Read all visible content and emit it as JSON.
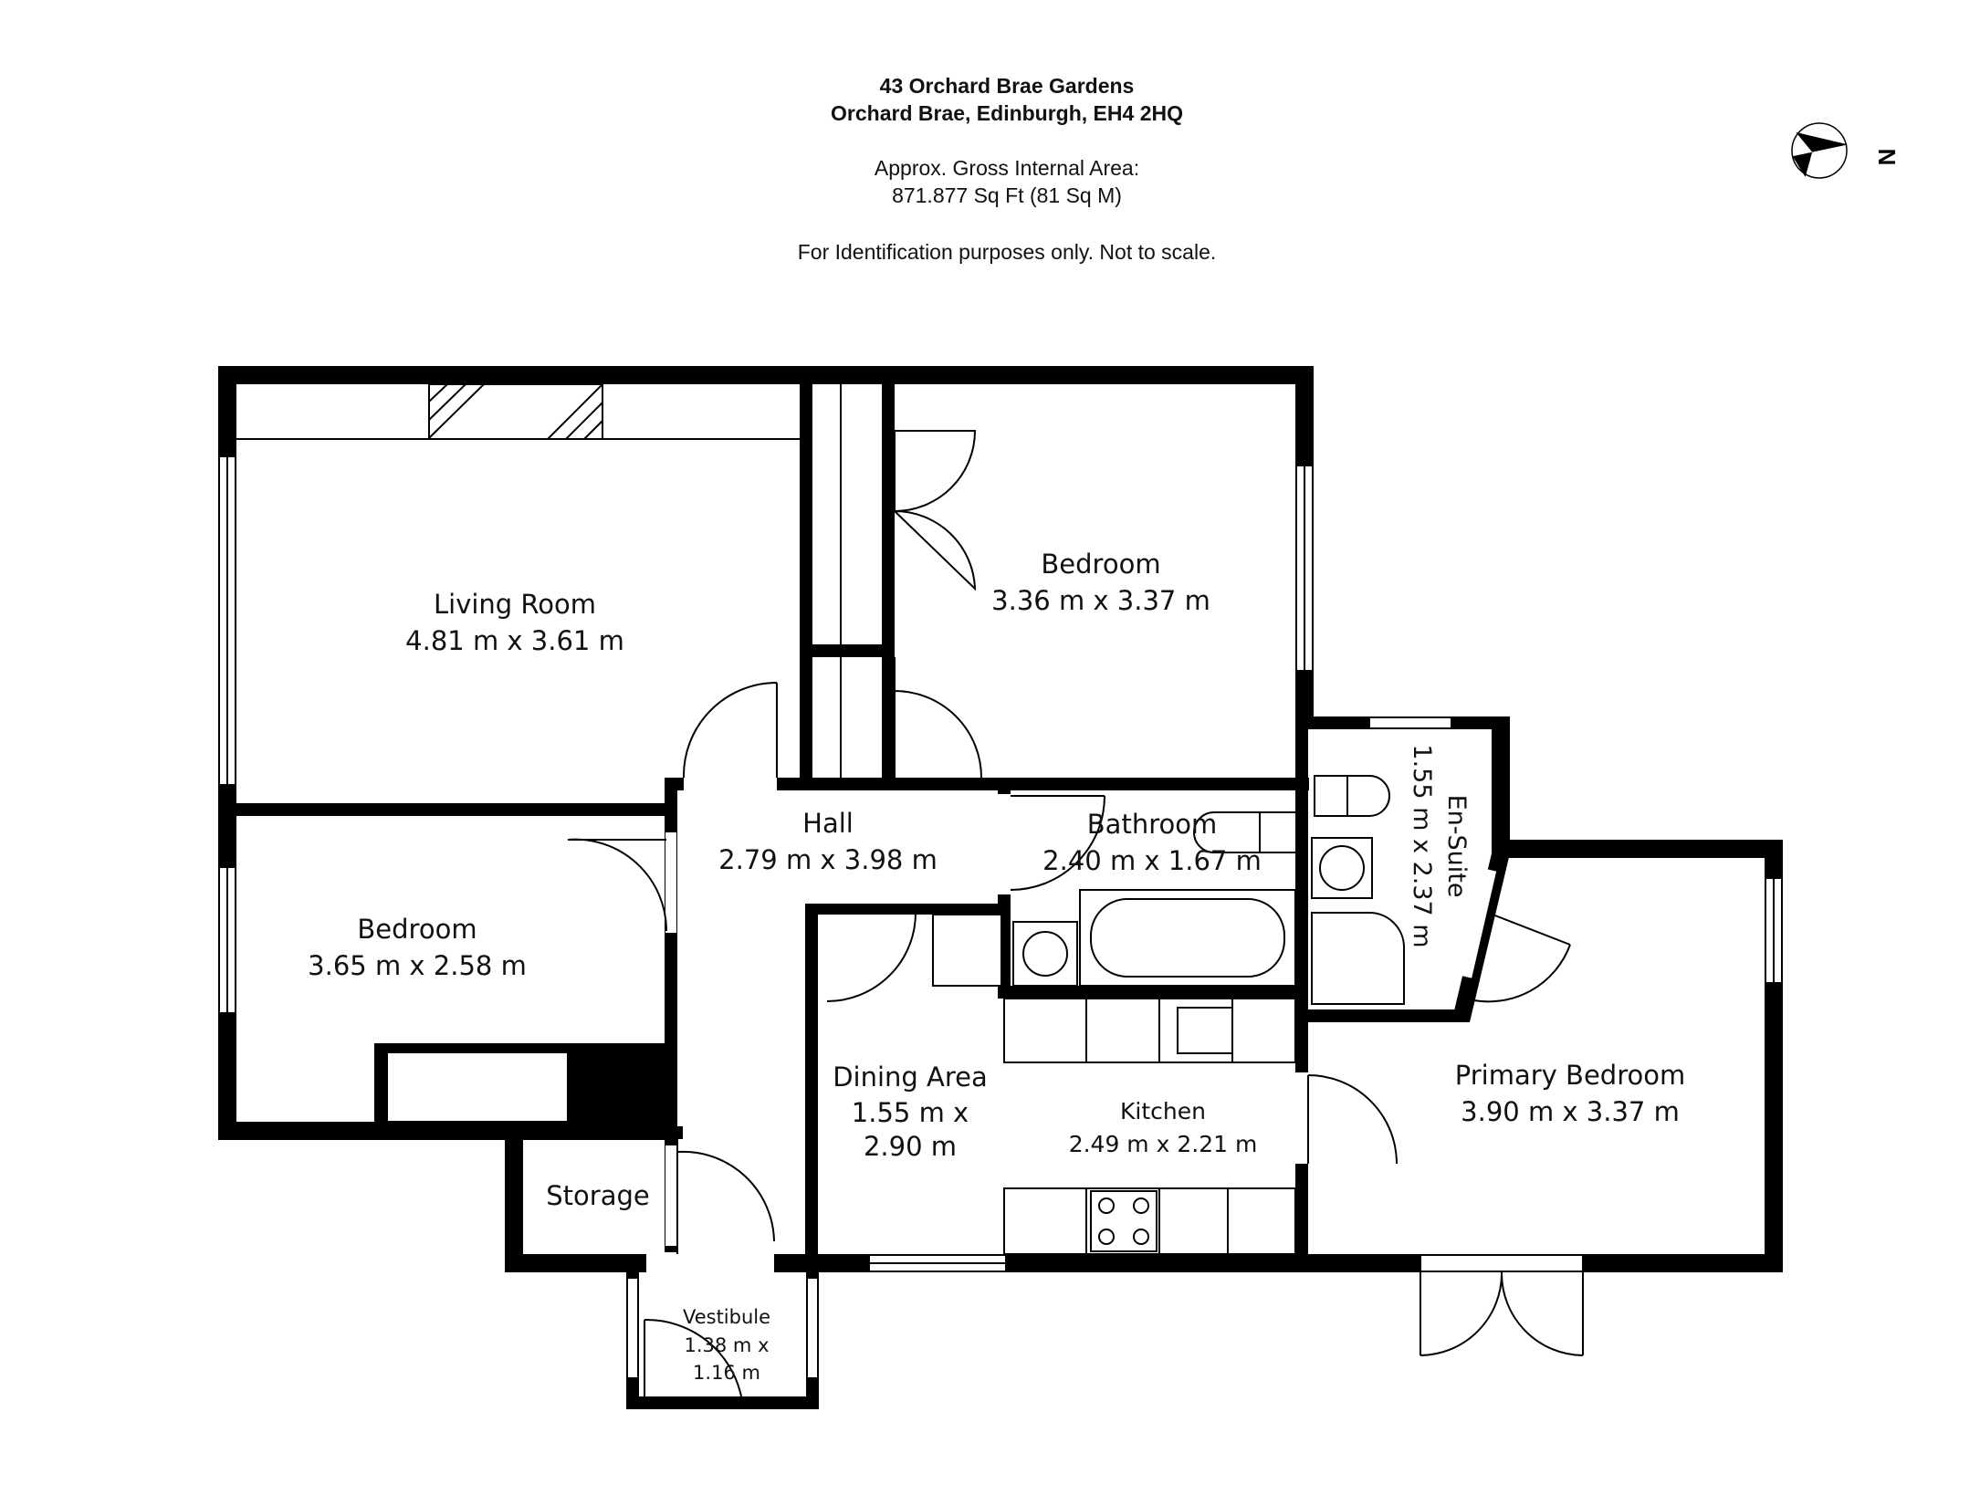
{
  "header": {
    "address_line1": "43 Orchard Brae Gardens",
    "address_line2": "Orchard Brae, Edinburgh, EH4 2HQ",
    "area_label": "Approx. Gross Internal Area:",
    "area_value": "871.877 Sq Ft (81 Sq M)",
    "disclaimer": "For Identification purposes only. Not to scale."
  },
  "compass": {
    "label": "N",
    "icon": "north-arrow-icon"
  },
  "rooms": {
    "living_room": {
      "name": "Living Room",
      "dims": "4.81 m x 3.61 m"
    },
    "bedroom_top": {
      "name": "Bedroom",
      "dims": "3.36 m x 3.37 m"
    },
    "bedroom_left": {
      "name": "Bedroom",
      "dims": "3.65 m x 2.58 m"
    },
    "hall": {
      "name": "Hall",
      "dims": "2.79 m x 3.98 m"
    },
    "bathroom": {
      "name": "Bathroom",
      "dims": "2.40 m x 1.67 m"
    },
    "ensuite": {
      "name": "En-Suite",
      "dims": "1.55 m x 2.37 m"
    },
    "dining_area": {
      "name": "Dining Area",
      "dims_line1": "1.55 m x",
      "dims_line2": "2.90 m"
    },
    "kitchen": {
      "name": "Kitchen",
      "dims": "2.49 m x 2.21 m"
    },
    "primary_bedroom": {
      "name": "Primary Bedroom",
      "dims": "3.90 m x 3.37 m"
    },
    "storage": {
      "name": "Storage"
    },
    "vestibule": {
      "name": "Vestibule",
      "dims_line1": "1.38 m x",
      "dims_line2": "1.16 m"
    }
  },
  "colors": {
    "wall": "#000000",
    "background": "#ffffff"
  }
}
